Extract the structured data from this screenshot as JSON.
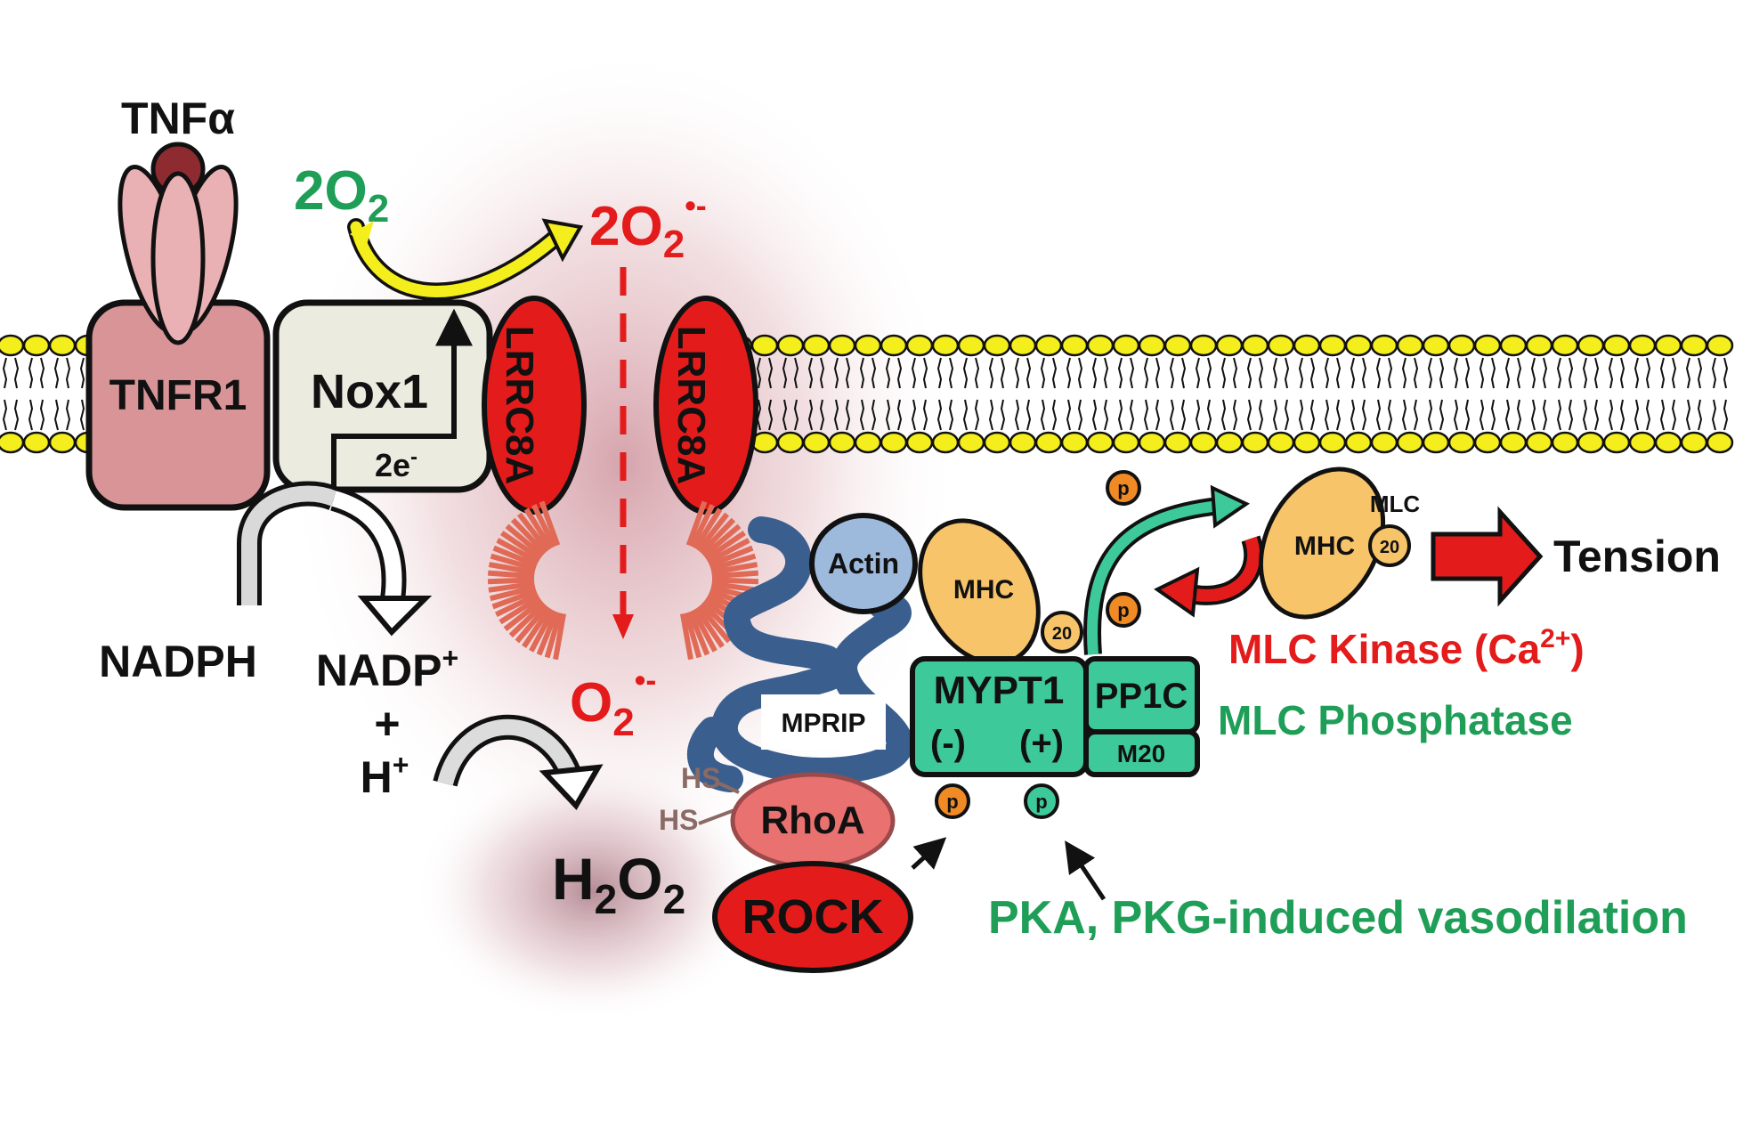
{
  "colors": {
    "red": "#e31b1b",
    "green": "#1f9e57",
    "teal": "#3ec99a",
    "navy": "#3a5f8f",
    "tnfr_pink": "#d99497",
    "nox_beige": "#ecebe0",
    "lipid_yellow": "#f4ee1c",
    "mhc_orange": "#f7c46a",
    "actin_blue": "#9db9dc",
    "rhoa_red": "#e9716f"
  },
  "labels": {
    "tnfa": "TNFα",
    "tnfr1": "TNFR1",
    "nox1": "Nox1",
    "two_e": "2e",
    "two_e_sup": "-",
    "o2_in_prefix": "2O",
    "o2_in_sub": "2",
    "o2_out_prefix": "2O",
    "o2_out_sub": "2",
    "o2_out_sup": "•-",
    "lrrc8a_left": "LRRC8A",
    "lrrc8a_right": "LRRC8A",
    "nadph": "NADPH",
    "nadp": "NADP",
    "nadp_sup": "+",
    "plus": "+",
    "h": "H",
    "h_sup": "+",
    "superoxide_prefix": "O",
    "superoxide_sub": "2",
    "superoxide_sup": "•-",
    "h2o2_h": "H",
    "h2o2_sub1": "2",
    "h2o2_o": "O",
    "h2o2_sub2": "2",
    "actin": "Actin",
    "mhc": "MHC",
    "mhc_right": "MHC",
    "mprip": "MPRIP",
    "hs_top": "HS",
    "hs_bottom": "HS",
    "rhoa": "RhoA",
    "rock": "ROCK",
    "mypt1": "MYPT1",
    "minus": "(-)",
    "plus_site": "(+)",
    "pp1c": "PP1C",
    "m20": "M20",
    "twenty_left": "20",
    "twenty_right": "20",
    "mlc": "MLC",
    "p": "p",
    "tension": "Tension",
    "mlc_kinase": "MLC Kinase (Ca",
    "mlc_kinase_sup": "2+",
    "mlc_kinase_close": ")",
    "mlc_phosphatase": "MLC Phosphatase",
    "pka_pkg": "PKA, PKG-induced vasodilation"
  }
}
